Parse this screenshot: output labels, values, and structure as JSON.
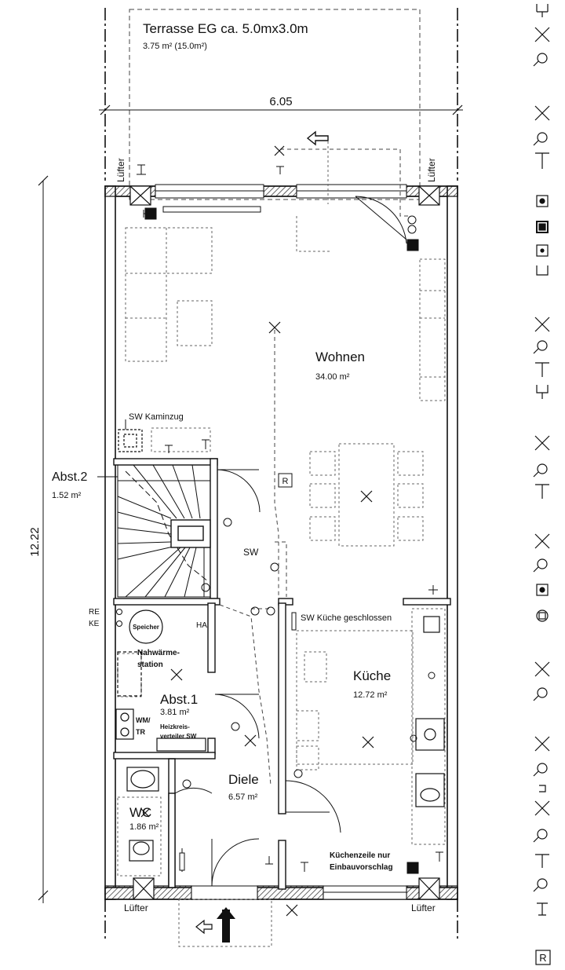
{
  "terrace": {
    "title": "Terrasse EG ca. 5.0mx3.0m",
    "area": "3.75 m² (15.0m²)"
  },
  "dimensions": {
    "width": "6.05",
    "height": "12.22"
  },
  "vents": {
    "label": "Lüfter"
  },
  "rooms": {
    "wohnen": {
      "name": "Wohnen",
      "area": "34.00 m²"
    },
    "abst2": {
      "name": "Abst.2",
      "area": "1.52 m²"
    },
    "abst1": {
      "name": "Abst.1",
      "area": "3.81 m²"
    },
    "kueche": {
      "name": "Küche",
      "area": "12.72 m²"
    },
    "diele": {
      "name": "Diele",
      "area": "6.57 m²"
    },
    "wc": {
      "name": "WC",
      "area": "1.86 m²"
    }
  },
  "annotations": {
    "kaminzug": "SW Kaminzug",
    "sw": "SW",
    "kueche_closed": "SW Küche geschlossen",
    "re": "RE",
    "ke": "KE",
    "speicher": "Speicher",
    "ha": "HA",
    "nahwaerme_1": "Nahwärme-",
    "nahwaerme_2": "station",
    "wm_tr_1": "WM/",
    "wm_tr_2": "TR",
    "heizkreis_1": "Heizkreis-",
    "heizkreis_2": "verteiler SW",
    "kuechenzeile_1": "Küchenzeile nur",
    "kuechenzeile_2": "Einbauvorschlag",
    "r_symbol": "R",
    "legend_r": "R"
  }
}
